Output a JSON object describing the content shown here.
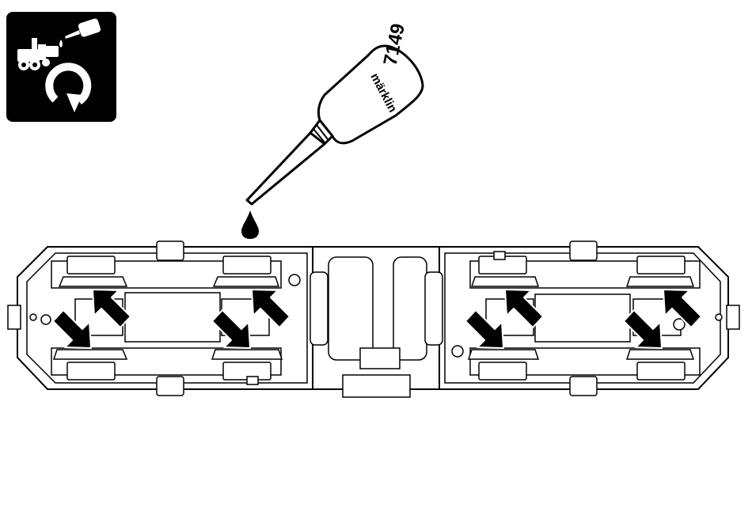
{
  "icon": {
    "name": "lubrication-maintenance-icon",
    "background": "#000000",
    "foreground": "#ffffff"
  },
  "bottle": {
    "brand": "märklin",
    "number": "7149"
  },
  "colors": {
    "line": "#000000",
    "fill": "#ffffff",
    "arrow": "#000000"
  },
  "arrows": {
    "count": 8
  }
}
